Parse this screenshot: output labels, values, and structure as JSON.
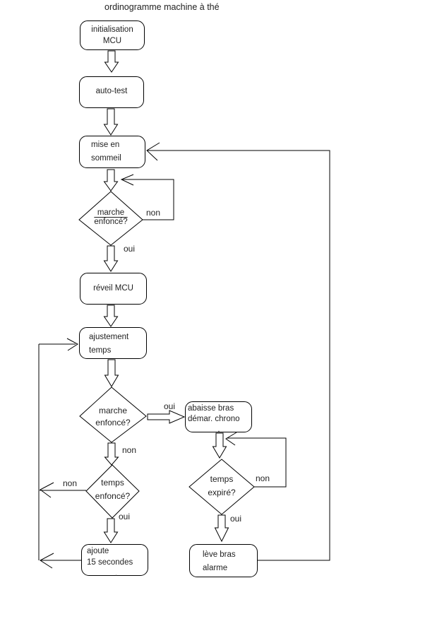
{
  "title": "ordinogramme machine à thé",
  "nodes": {
    "init": {
      "lines": [
        "initialisation",
        "MCU"
      ]
    },
    "autotest": {
      "lines": [
        "auto-test"
      ]
    },
    "sommeil": {
      "lines": [
        "mise en",
        "sommeil"
      ]
    },
    "d_marche1": {
      "lines": [
        "marche",
        "enfoncé?"
      ]
    },
    "reveil": {
      "lines": [
        "réveil MCU"
      ]
    },
    "ajustement": {
      "lines": [
        "ajustement",
        "temps"
      ]
    },
    "d_marche2": {
      "lines": [
        "marche",
        "enfoncé?"
      ]
    },
    "abaisse": {
      "lines": [
        "abaisse bras",
        "démar. chrono",
        "."
      ]
    },
    "d_temps": {
      "lines": [
        "temps",
        "enfoncé?"
      ]
    },
    "d_expire": {
      "lines": [
        "temps",
        "expiré?"
      ]
    },
    "ajoute": {
      "lines": [
        "ajoute",
        "15 secondes",
        "."
      ]
    },
    "leve": {
      "lines": [
        "lève bras",
        "alarme"
      ]
    }
  },
  "labels": {
    "d1_non": "non",
    "d1_oui": "oui",
    "d2_oui": "oui",
    "d2_non": "non",
    "d3_non": "non",
    "d3_oui": "oui",
    "d4_non": "non",
    "d4_oui": "oui"
  },
  "colors": {
    "stroke": "#000000",
    "background": "#ffffff",
    "text": "#1f1f1f"
  }
}
